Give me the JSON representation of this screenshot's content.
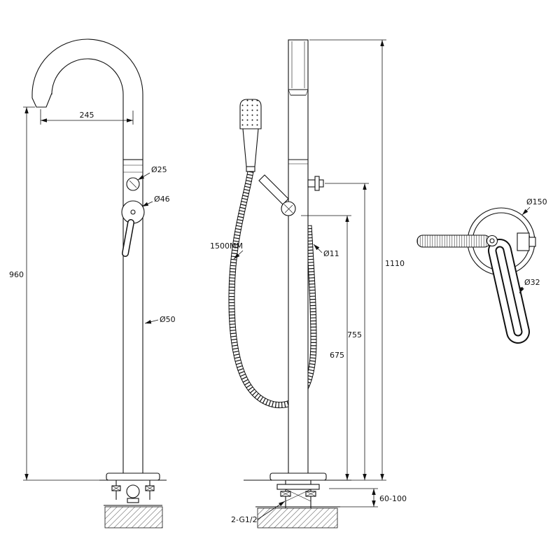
{
  "page": {
    "background": "#ffffff",
    "line_color": "#111111"
  },
  "drawing": {
    "views": {
      "side": {
        "dims": {
          "spout_reach": "245",
          "spout_diameter": "Ø25",
          "handle_diameter": "Ø46",
          "height": "960",
          "column_diameter": "Ø50"
        }
      },
      "front": {
        "dims": {
          "hose_length": "1500MM",
          "hose_diameter": "Ø11",
          "total_height": "1110",
          "diverter_height": "755",
          "outlet_height": "675",
          "floor_adjust": "60-100",
          "inlet_connection": "2-G1/2"
        }
      },
      "detail": {
        "dims": {
          "trim_diameter": "Ø150",
          "lever_diameter": "Ø32"
        }
      }
    }
  }
}
